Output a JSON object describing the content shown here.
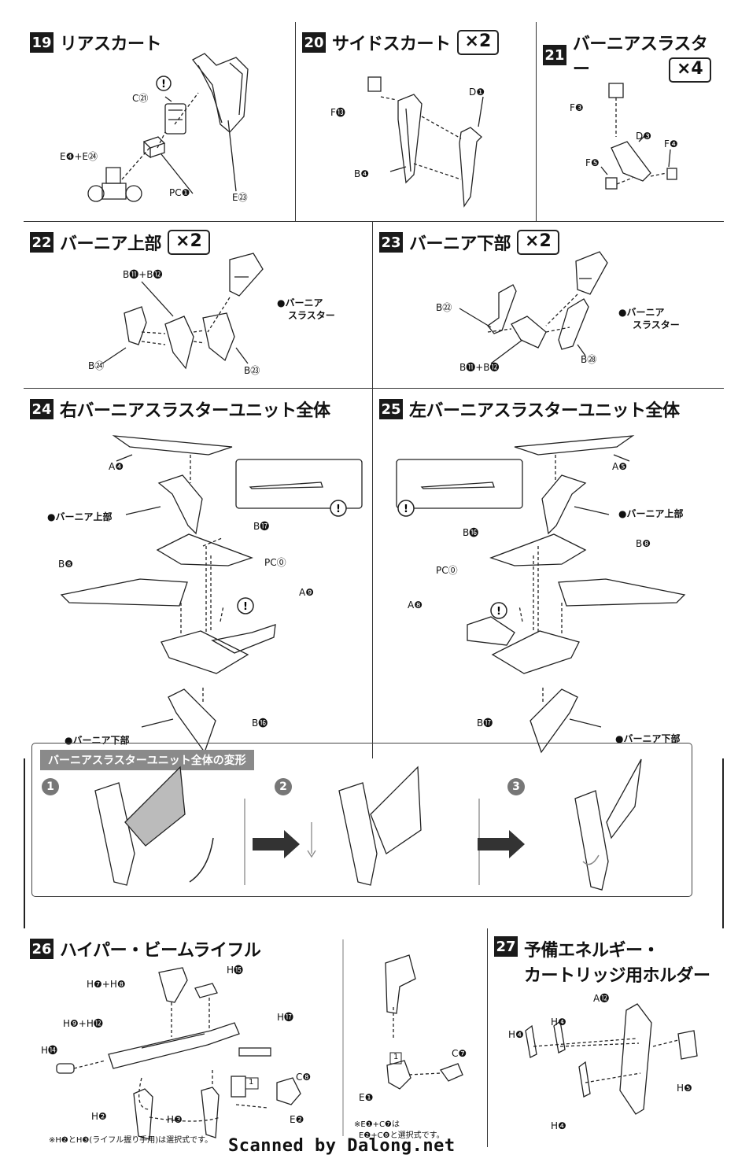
{
  "steps": {
    "s19": {
      "num": "19",
      "title": "リアスカート",
      "labels": {
        "c21": "C㉑",
        "e4e24": "E❹+E㉔",
        "e23": "E㉓",
        "pcj": "PC❶"
      }
    },
    "s20": {
      "num": "20",
      "title": "サイドスカート",
      "qty": "×2",
      "labels": {
        "f13": "F⓭",
        "d1": "D❶",
        "b4": "B❹"
      }
    },
    "s21": {
      "num": "21",
      "title": "バーニアスラスター",
      "qty": "×4",
      "labels": {
        "f3": "F❸",
        "d3": "D❸",
        "f4": "F❹",
        "f5": "F❺"
      }
    },
    "s22": {
      "num": "22",
      "title": "バーニア上部",
      "qty": "×2",
      "labels": {
        "b11b12": "B⓫+B⓬",
        "b24": "B㉔",
        "b23": "B㉓",
        "sub1": "●バーニア",
        "sub2": "スラスター"
      }
    },
    "s23": {
      "num": "23",
      "title": "バーニア下部",
      "qty": "×2",
      "labels": {
        "b22": "B㉒",
        "b11b12": "B⓫+B⓬",
        "b28": "B㉘",
        "sub1": "●バーニア",
        "sub2": "スラスター"
      }
    },
    "s24": {
      "num": "24",
      "title": "右バーニアスラスターユニット全体",
      "labels": {
        "a4": "A❹",
        "upper": "●バーニア上部",
        "b17": "B⓱",
        "b8": "B❽",
        "pcq": "PC⓪",
        "a9": "A❾",
        "b16": "B⓰",
        "lower": "●バーニア下部"
      }
    },
    "s25": {
      "num": "25",
      "title": "左バーニアスラスターユニット全体",
      "labels": {
        "a5": "A❺",
        "upper": "●バーニア上部",
        "b16": "B⓰",
        "b8": "B❽",
        "pcq": "PC⓪",
        "a8": "A❽",
        "b17": "B⓱",
        "lower": "●バーニア下部"
      }
    },
    "xform": {
      "title": "バーニアスラスターユニット全体の変形",
      "n1": "1",
      "n2": "2",
      "n3": "3"
    },
    "s26": {
      "num": "26",
      "title": "ハイパー・ビームライフル",
      "labels": {
        "h7h8": "H❼+H❽",
        "h15": "H⓯",
        "h9h12": "H❾+H⓬",
        "h17": "H⓱",
        "h14": "H⓮",
        "c8": "C❽",
        "h2": "H❷",
        "h3": "H❸",
        "e2": "E❷",
        "c7": "C❼",
        "e1": "E❶",
        "box1": "1",
        "box1b": "1"
      },
      "note1": "※H❷とH❸(ライフル握り手用)は選択式です。",
      "note2a": "※E❶+C❼は",
      "note2b": "E❷+C❽と選択式です。"
    },
    "s27": {
      "num": "27",
      "title1": "予備エネルギー・",
      "title2": "カートリッジ用ホルダー",
      "labels": {
        "a12": "A⓬",
        "h4a": "H❹",
        "h4b": "H❹",
        "h4c": "H❹",
        "h5": "H❺"
      }
    }
  },
  "footer": "Scanned by Dalong.net"
}
